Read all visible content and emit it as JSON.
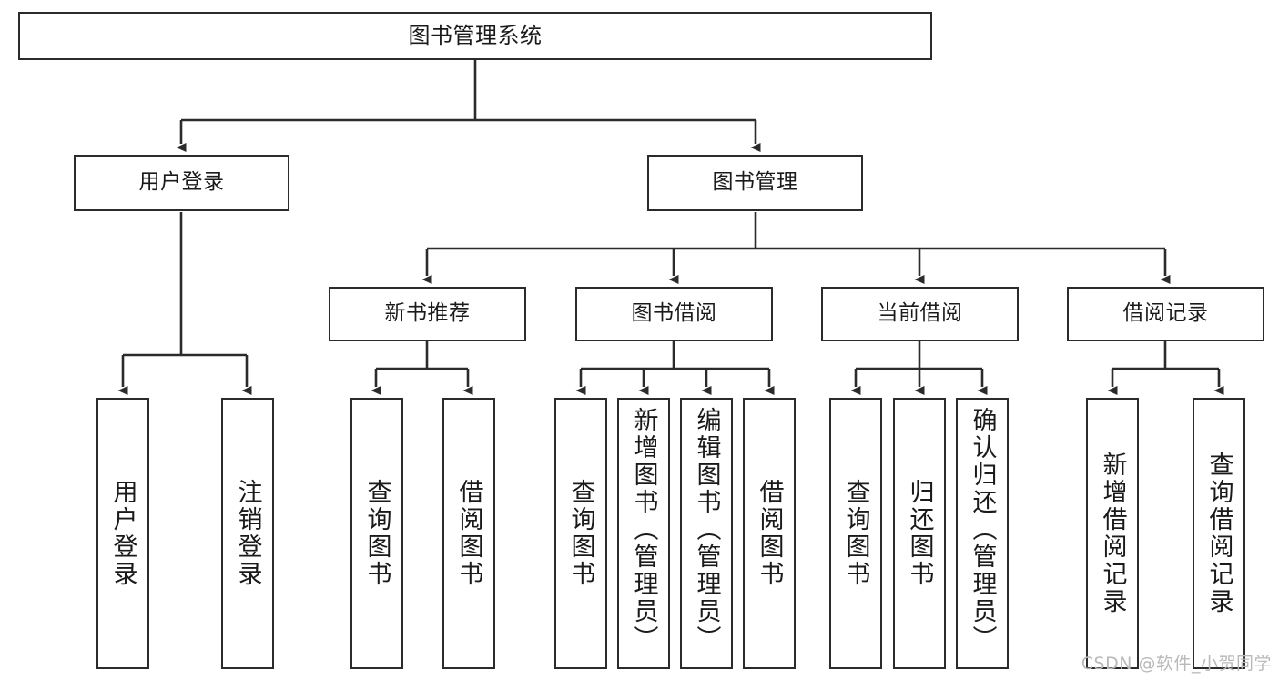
{
  "diagram": {
    "type": "tree-hierarchy",
    "title": "图书管理系统",
    "root": {
      "label": "图书管理系统"
    },
    "level1": [
      {
        "label": "用户登录"
      },
      {
        "label": "图书管理"
      }
    ],
    "level2": [
      {
        "label": "新书推荐"
      },
      {
        "label": "图书借阅"
      },
      {
        "label": "当前借阅"
      },
      {
        "label": "借阅记录"
      }
    ],
    "leaves": {
      "user_login": [
        {
          "label": "用户登录"
        },
        {
          "label": "注销登录"
        }
      ],
      "new_book_recommend": [
        {
          "label": "查询图书"
        },
        {
          "label": "借阅图书"
        }
      ],
      "book_borrow": [
        {
          "label": "查询图书"
        },
        {
          "label": "新增图书（管理员）"
        },
        {
          "label": "编辑图书（管理员）"
        },
        {
          "label": "借阅图书"
        }
      ],
      "current_borrow": [
        {
          "label": "查询图书"
        },
        {
          "label": "归还图书"
        },
        {
          "label": "确认归还（管理员）"
        }
      ],
      "borrow_record": [
        {
          "label": "新增借阅记录"
        },
        {
          "label": "查询借阅记录"
        }
      ]
    }
  },
  "watermark": {
    "text": "CSDN @软件_小贺同学"
  },
  "colors": {
    "border": "#2b2b2b",
    "background": "#ffffff",
    "text": "#1a1a1a",
    "watermark": "#b9b9b9"
  }
}
